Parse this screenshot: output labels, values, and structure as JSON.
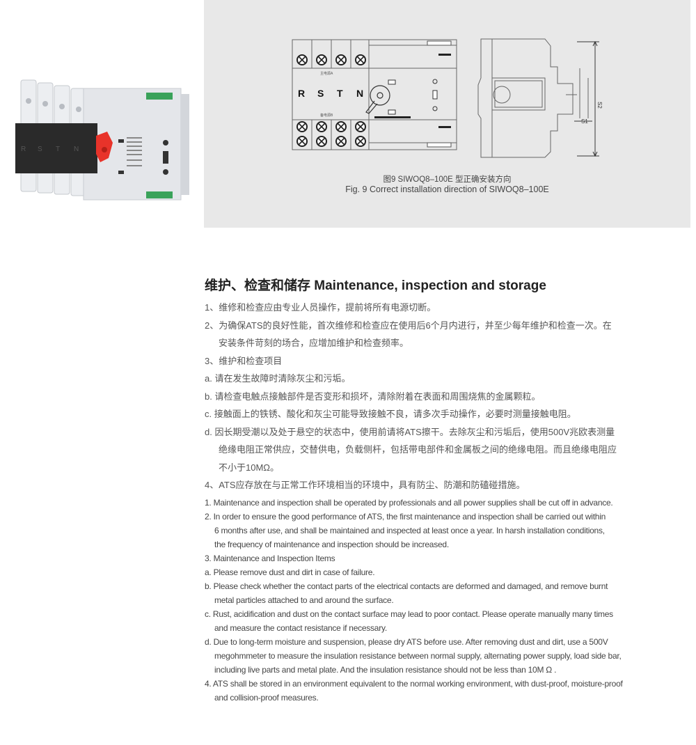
{
  "product_photo": {
    "description": "ATS dual power automatic transfer switch",
    "pole_labels": [
      "R",
      "S",
      "T",
      "N"
    ],
    "colors": {
      "body": "#e4e6ea",
      "cover": "#2a2a2a",
      "handle": "#e8332a",
      "terminal": "#3aa25a"
    }
  },
  "figure": {
    "front_view": {
      "pole_labels": [
        "R",
        "S",
        "T",
        "N"
      ],
      "top_label": "主电源A",
      "bottom_label": "备电源B"
    },
    "side_view": {
      "dim_height": "S2",
      "dim_depth": "S1"
    },
    "caption_cn": "图9  SIWOQ8–100E 型正确安装方向",
    "caption_en": "Fig. 9  Correct installation direction of SIWOQ8–100E"
  },
  "section": {
    "heading": "维护、检查和储存 Maintenance, inspection and storage",
    "cn_items": [
      "1、维修和检查应由专业人员操作，提前将所有电源切断。",
      "2、为确保ATS的良好性能，首次维修和检查应在使用后6个月内进行，并至少每年维护和检查一次。在",
      "安装条件苛刻的场合，应增加维护和检查频率。",
      "3、维护和检查项目",
      "a. 请在发生故障时清除灰尘和污垢。",
      "b. 请检查电触点接触部件是否变形和损坏，清除附着在表面和周围烧焦的金属颗粒。",
      "c. 接触面上的铁锈、酸化和灰尘可能导致接触不良，请多次手动操作，必要时测量接触电阻。",
      "d. 因长期受潮以及处于悬空的状态中，使用前请将ATS擦干。去除灰尘和污垢后，使用500V兆欧表测量",
      "绝缘电阻正常供应，交替供电，负载侧杆，包括带电部件和金属板之间的绝缘电阻。而且绝缘电阻应",
      "不小于10MΩ。",
      "4、ATS应存放在与正常工作环境相当的环境中，具有防尘、防潮和防磕碰措施。"
    ],
    "en_items": [
      "1. Maintenance and inspection shall be operated by professionals and all power supplies shall be cut off in advance.",
      "2. In order to ensure the good performance of ATS, the first maintenance and inspection shall be carried out within",
      "6 months after use, and shall be maintained and inspected at least once a year. In harsh installation conditions,",
      "the frequency of maintenance and inspection should be increased.",
      "3. Maintenance and Inspection Items",
      "a. Please remove dust and dirt in case of failure.",
      "b. Please check whether the contact parts of the electrical contacts are deformed and damaged, and remove burnt",
      "metal particles attached to and around the surface.",
      "c. Rust, acidification and dust on the contact surface may lead to poor contact. Please operate manually many times",
      "and measure the contact resistance if necessary.",
      "d. Due to long-term moisture and suspension, please dry ATS before use. After removing dust and dirt, use a 500V",
      "megohmmeter to measure the insulation resistance between normal supply, alternating power supply, load side bar,",
      "including live parts and metal plate. And the insulation resistance should not be less than 10M Ω .",
      "4. ATS shall be stored in an environment equivalent to the normal working environment, with dust-proof, moisture-proof",
      "and collision-proof measures."
    ]
  }
}
